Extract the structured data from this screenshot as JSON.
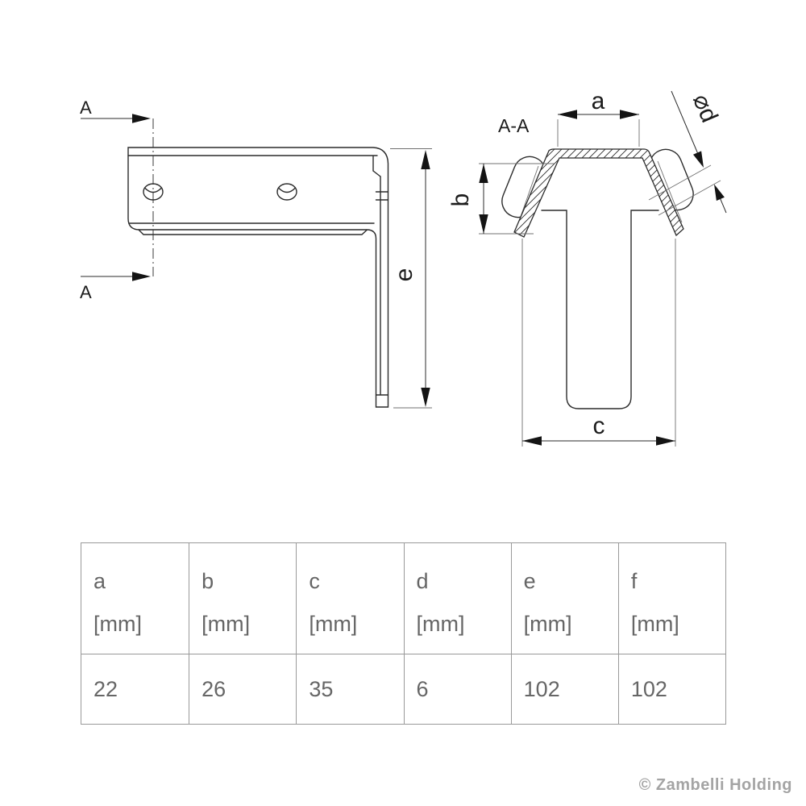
{
  "drawing": {
    "section_cut": {
      "label_top": "A",
      "label_bottom": "A"
    },
    "section_view_title": "A-A",
    "dimension_labels": {
      "a": "a",
      "b": "b",
      "c": "c",
      "d": "⌀d",
      "e": "e"
    }
  },
  "table": {
    "columns": [
      {
        "letter": "a",
        "unit": "[mm]",
        "value": "22"
      },
      {
        "letter": "b",
        "unit": "[mm]",
        "value": "26"
      },
      {
        "letter": "c",
        "unit": "[mm]",
        "value": "35"
      },
      {
        "letter": "d",
        "unit": "[mm]",
        "value": "6"
      },
      {
        "letter": "e",
        "unit": "[mm]",
        "value": "102"
      },
      {
        "letter": "f",
        "unit": "[mm]",
        "value": "102"
      }
    ]
  },
  "footer": {
    "copyright": "© Zambelli Holding"
  },
  "colors": {
    "line": "#2b2b2b",
    "thin_line": "#707070",
    "table_border": "#999999",
    "table_text": "#666666",
    "copyright_text": "#a4a4a4",
    "background": "#ffffff"
  }
}
